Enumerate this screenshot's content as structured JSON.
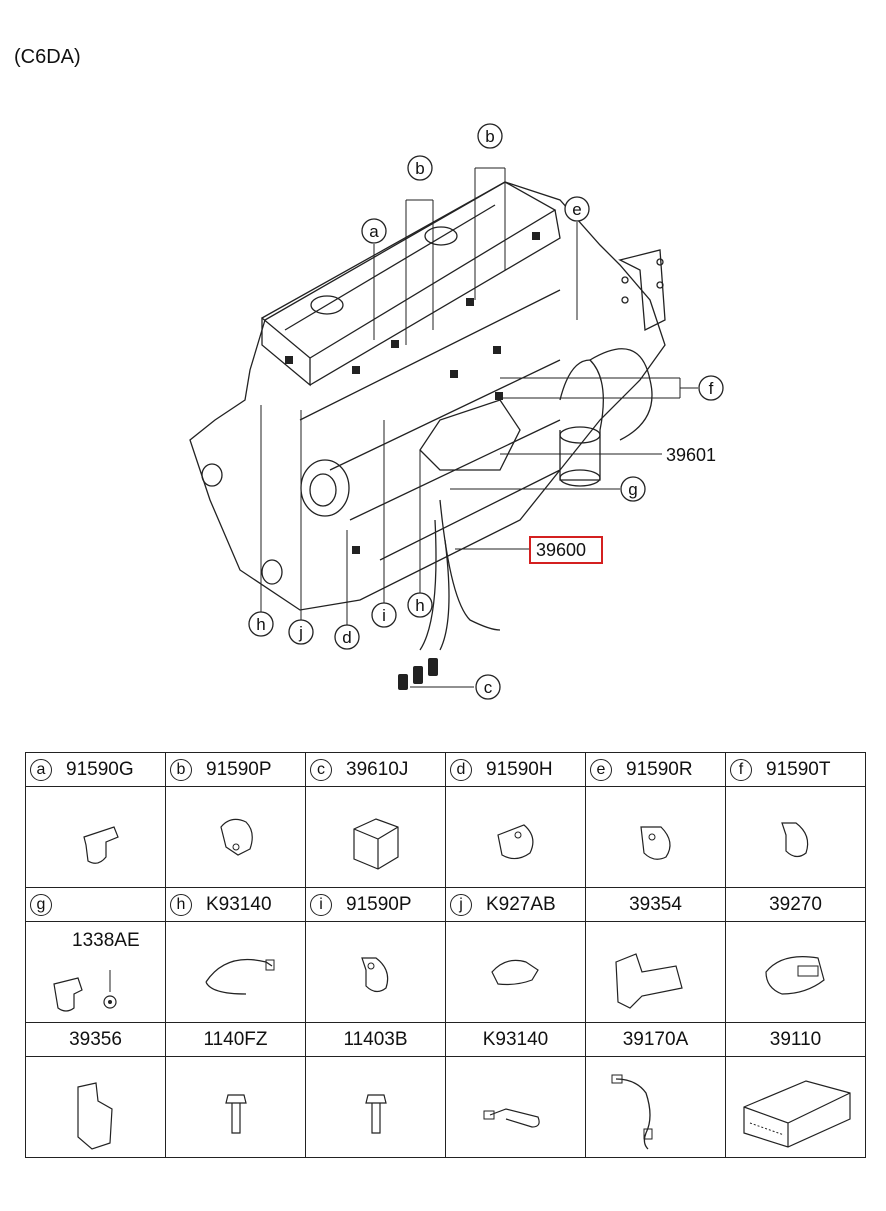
{
  "title": "(C6DA)",
  "callouts": {
    "a": "a",
    "b": "b",
    "c": "c",
    "d": "d",
    "e": "e",
    "f": "f",
    "g": "g",
    "h": "h",
    "i": "i",
    "j": "j"
  },
  "part_numbers": {
    "harness_main": "39600",
    "harness_sub": "39601"
  },
  "table": {
    "row1": [
      {
        "letter": "a",
        "code": "91590G"
      },
      {
        "letter": "b",
        "code": "91590P"
      },
      {
        "letter": "c",
        "code": "39610J"
      },
      {
        "letter": "d",
        "code": "91590H"
      },
      {
        "letter": "e",
        "code": "91590R"
      },
      {
        "letter": "f",
        "code": "91590T"
      }
    ],
    "row2": [
      {
        "letter": "g",
        "code": "",
        "sub": "1338AE"
      },
      {
        "letter": "h",
        "code": "K93140"
      },
      {
        "letter": "i",
        "code": "91590P"
      },
      {
        "letter": "j",
        "code": "K927AB"
      },
      {
        "letter": "",
        "code": "39354"
      },
      {
        "letter": "",
        "code": "39270"
      }
    ],
    "row3": [
      "39356",
      "1140FZ",
      "11403B",
      "K93140",
      "39170A",
      "39110"
    ]
  },
  "colors": {
    "highlight": "#d42020",
    "ink": "#111111"
  }
}
